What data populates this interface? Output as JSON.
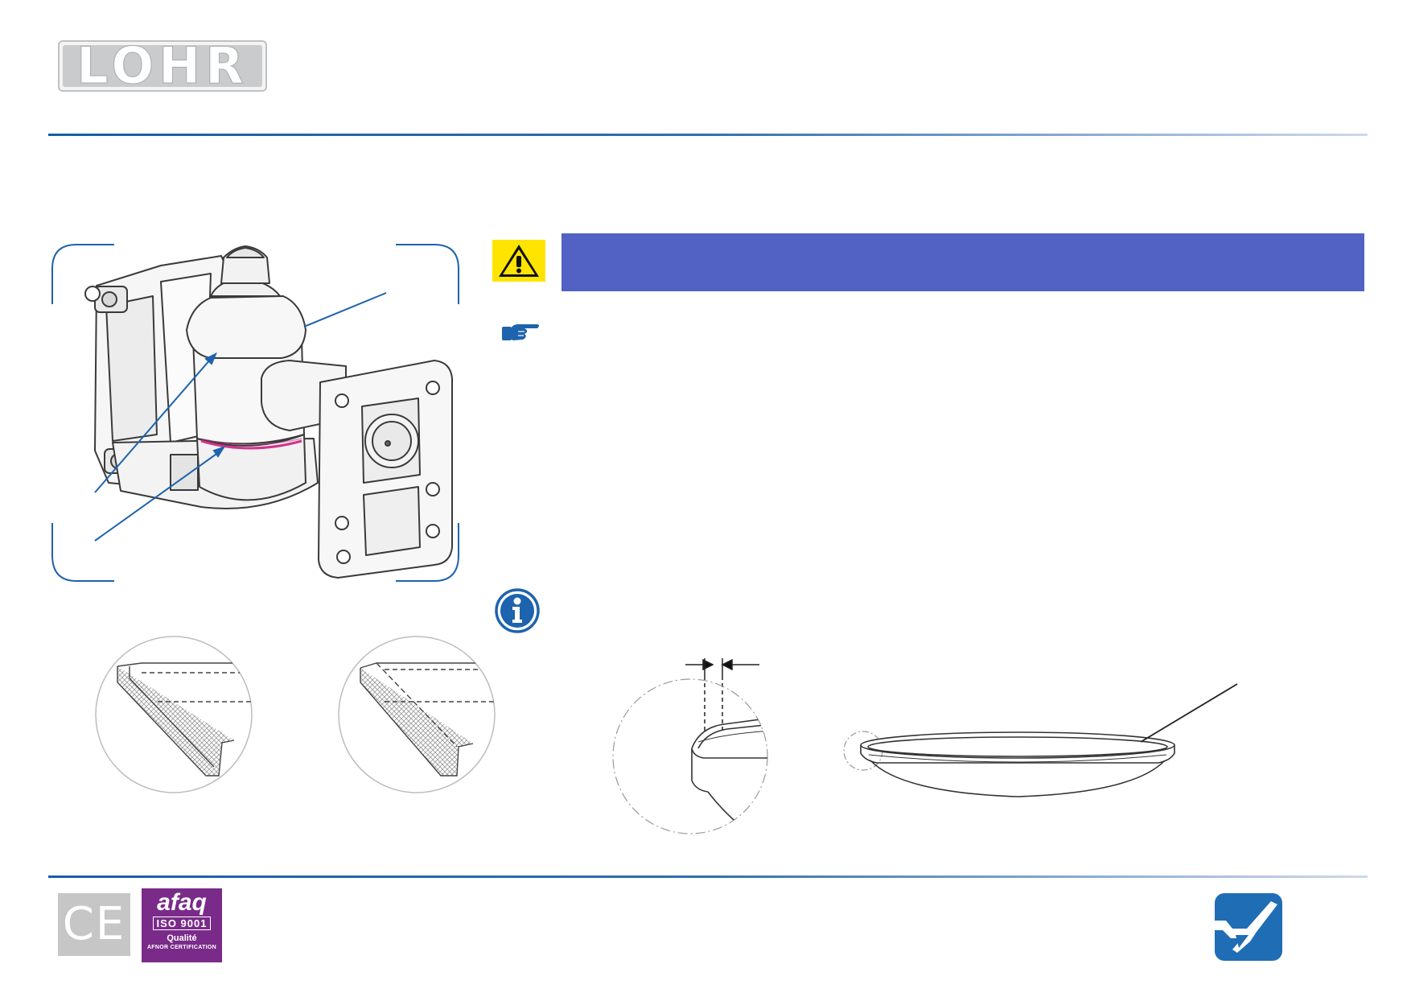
{
  "header": {
    "logo_text": "LOHR"
  },
  "colors": {
    "rule_blue": "#155fa4",
    "warning_banner": "#5162c4",
    "warning_yellow": "#ffe400",
    "pointer_blue": "#1e63ad",
    "info_blue": "#1e63ad",
    "highlight_magenta": "#d2338c",
    "afaq_purple": "#7a2b8a",
    "ce_grey": "#c6c6c6",
    "brand_blue": "#1f6db5"
  },
  "icons": {
    "warning": "warning-triangle-icon",
    "pointer": "pointing-hand-icon",
    "info": "info-circle-icon",
    "ce": "ce-mark-icon",
    "brand": "lohr-brand-icon"
  },
  "footer": {
    "ce_label": "CE",
    "afaq": {
      "brand": "afaq",
      "standard": "ISO 9001",
      "quality": "Qualité",
      "org": "AFNOR CERTIFICATION"
    }
  }
}
